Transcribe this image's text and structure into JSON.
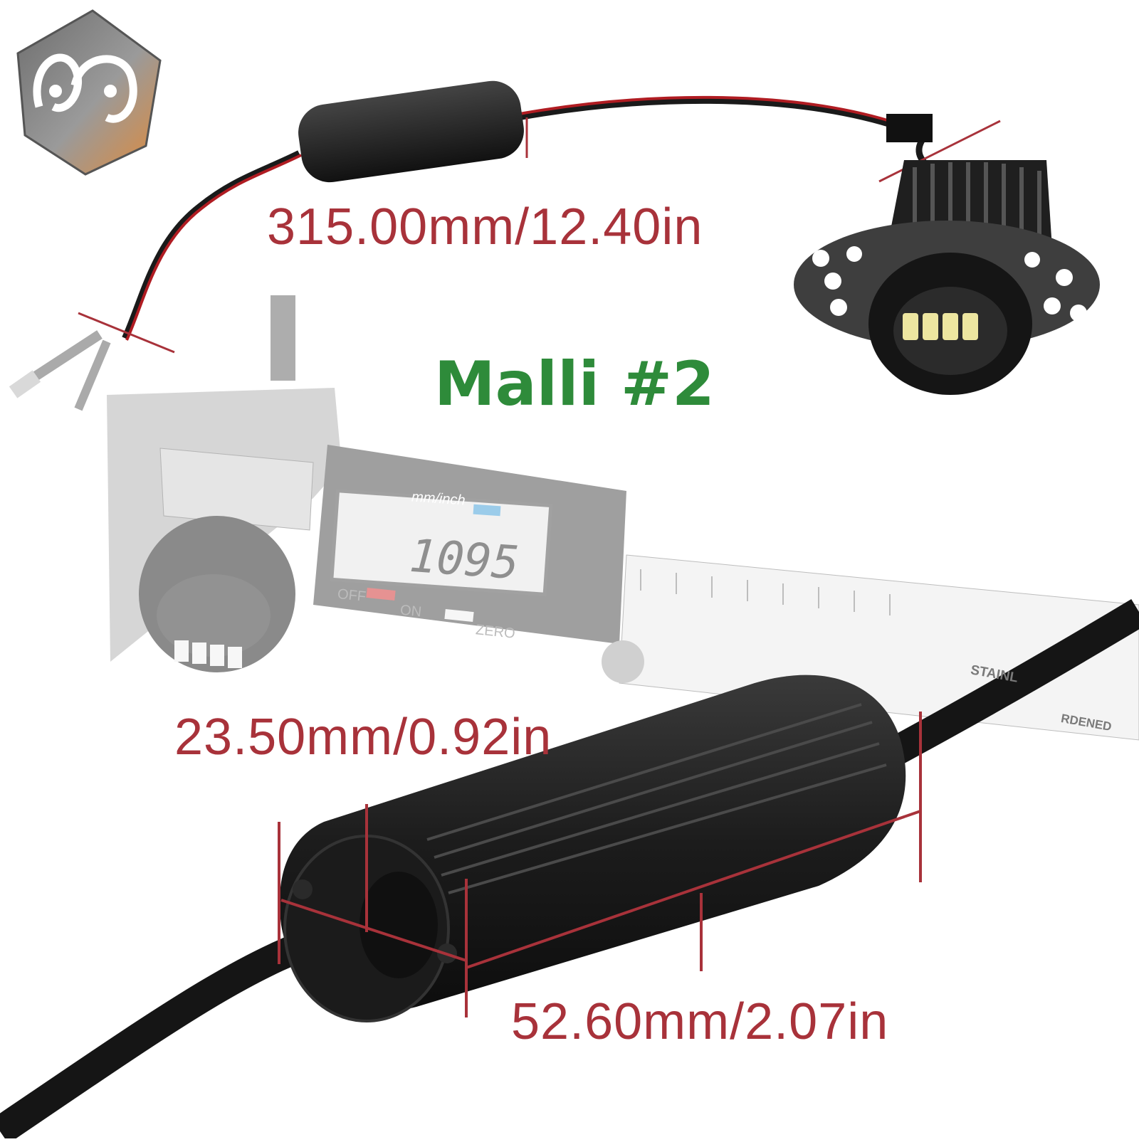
{
  "labels": {
    "cable_length": "315.00mm/12.40in",
    "ring_diameter": "23.50mm/0.92in",
    "module_length": "52.60mm/2.07in",
    "model": "Malli #2"
  },
  "caliper": {
    "units_label": "mm/inch",
    "off_label": "OFF",
    "on_label": "ON",
    "zero_label": "ZERO",
    "reading": "1095",
    "scale_text_1": "STAINL",
    "scale_text_2": "RDENED"
  },
  "colors": {
    "dimension": "#a8323a",
    "model_title": "#2e8b3a",
    "cable_red": "#b01c22",
    "cable_black": "#1a1a1a",
    "logo_orange": "#d98a3a"
  }
}
